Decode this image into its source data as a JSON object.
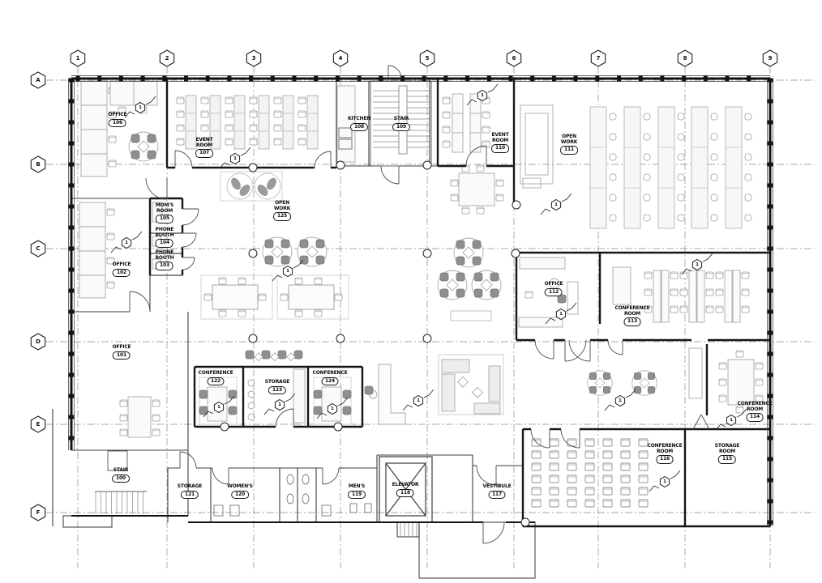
{
  "grid": {
    "columns": [
      "1",
      "2",
      "3",
      "4",
      "5",
      "6",
      "7",
      "8",
      "9"
    ],
    "rows": [
      "A",
      "B",
      "C",
      "D",
      "E",
      "F"
    ]
  },
  "detail_marker_label": "1",
  "rooms": [
    {
      "number": "100",
      "lines": [
        "STAIR"
      ]
    },
    {
      "number": "101",
      "lines": [
        "OFFICE"
      ]
    },
    {
      "number": "102",
      "lines": [
        "OFFICE"
      ]
    },
    {
      "number": "103",
      "lines": [
        "PHONE",
        "BOOTH"
      ]
    },
    {
      "number": "104",
      "lines": [
        "PHONE",
        "BOOTH"
      ]
    },
    {
      "number": "105",
      "lines": [
        "MOM'S",
        "ROOM"
      ]
    },
    {
      "number": "106",
      "lines": [
        "OFFICE"
      ]
    },
    {
      "number": "107",
      "lines": [
        "EVENT",
        "ROOM"
      ]
    },
    {
      "number": "108",
      "lines": [
        "KITCHEN"
      ]
    },
    {
      "number": "109",
      "lines": [
        "STAIR"
      ]
    },
    {
      "number": "110",
      "lines": [
        "EVENT",
        "ROOM"
      ]
    },
    {
      "number": "111",
      "lines": [
        "OPEN",
        "WORK"
      ]
    },
    {
      "number": "112",
      "lines": [
        "OFFICE"
      ]
    },
    {
      "number": "113",
      "lines": [
        "CONFERENCE",
        "ROOM"
      ]
    },
    {
      "number": "114",
      "lines": [
        "CONFERENCE",
        "ROOM"
      ]
    },
    {
      "number": "115",
      "lines": [
        "STORAGE",
        "ROOM"
      ]
    },
    {
      "number": "116",
      "lines": [
        "CONFERENCE",
        "ROOM"
      ]
    },
    {
      "number": "117",
      "lines": [
        "VESTIBULE"
      ]
    },
    {
      "number": "118",
      "lines": [
        "ELEVATOR"
      ]
    },
    {
      "number": "119",
      "lines": [
        "MEN'S"
      ]
    },
    {
      "number": "120",
      "lines": [
        "WOMEN'S"
      ]
    },
    {
      "number": "121",
      "lines": [
        "STORAGE"
      ]
    },
    {
      "number": "122",
      "lines": [
        "CONFERENCE"
      ]
    },
    {
      "number": "123",
      "lines": [
        "STORAGE"
      ]
    },
    {
      "number": "124",
      "lines": [
        "CONFERENCE"
      ]
    },
    {
      "number": "125",
      "lines": [
        "OPEN",
        "WORK"
      ]
    }
  ]
}
